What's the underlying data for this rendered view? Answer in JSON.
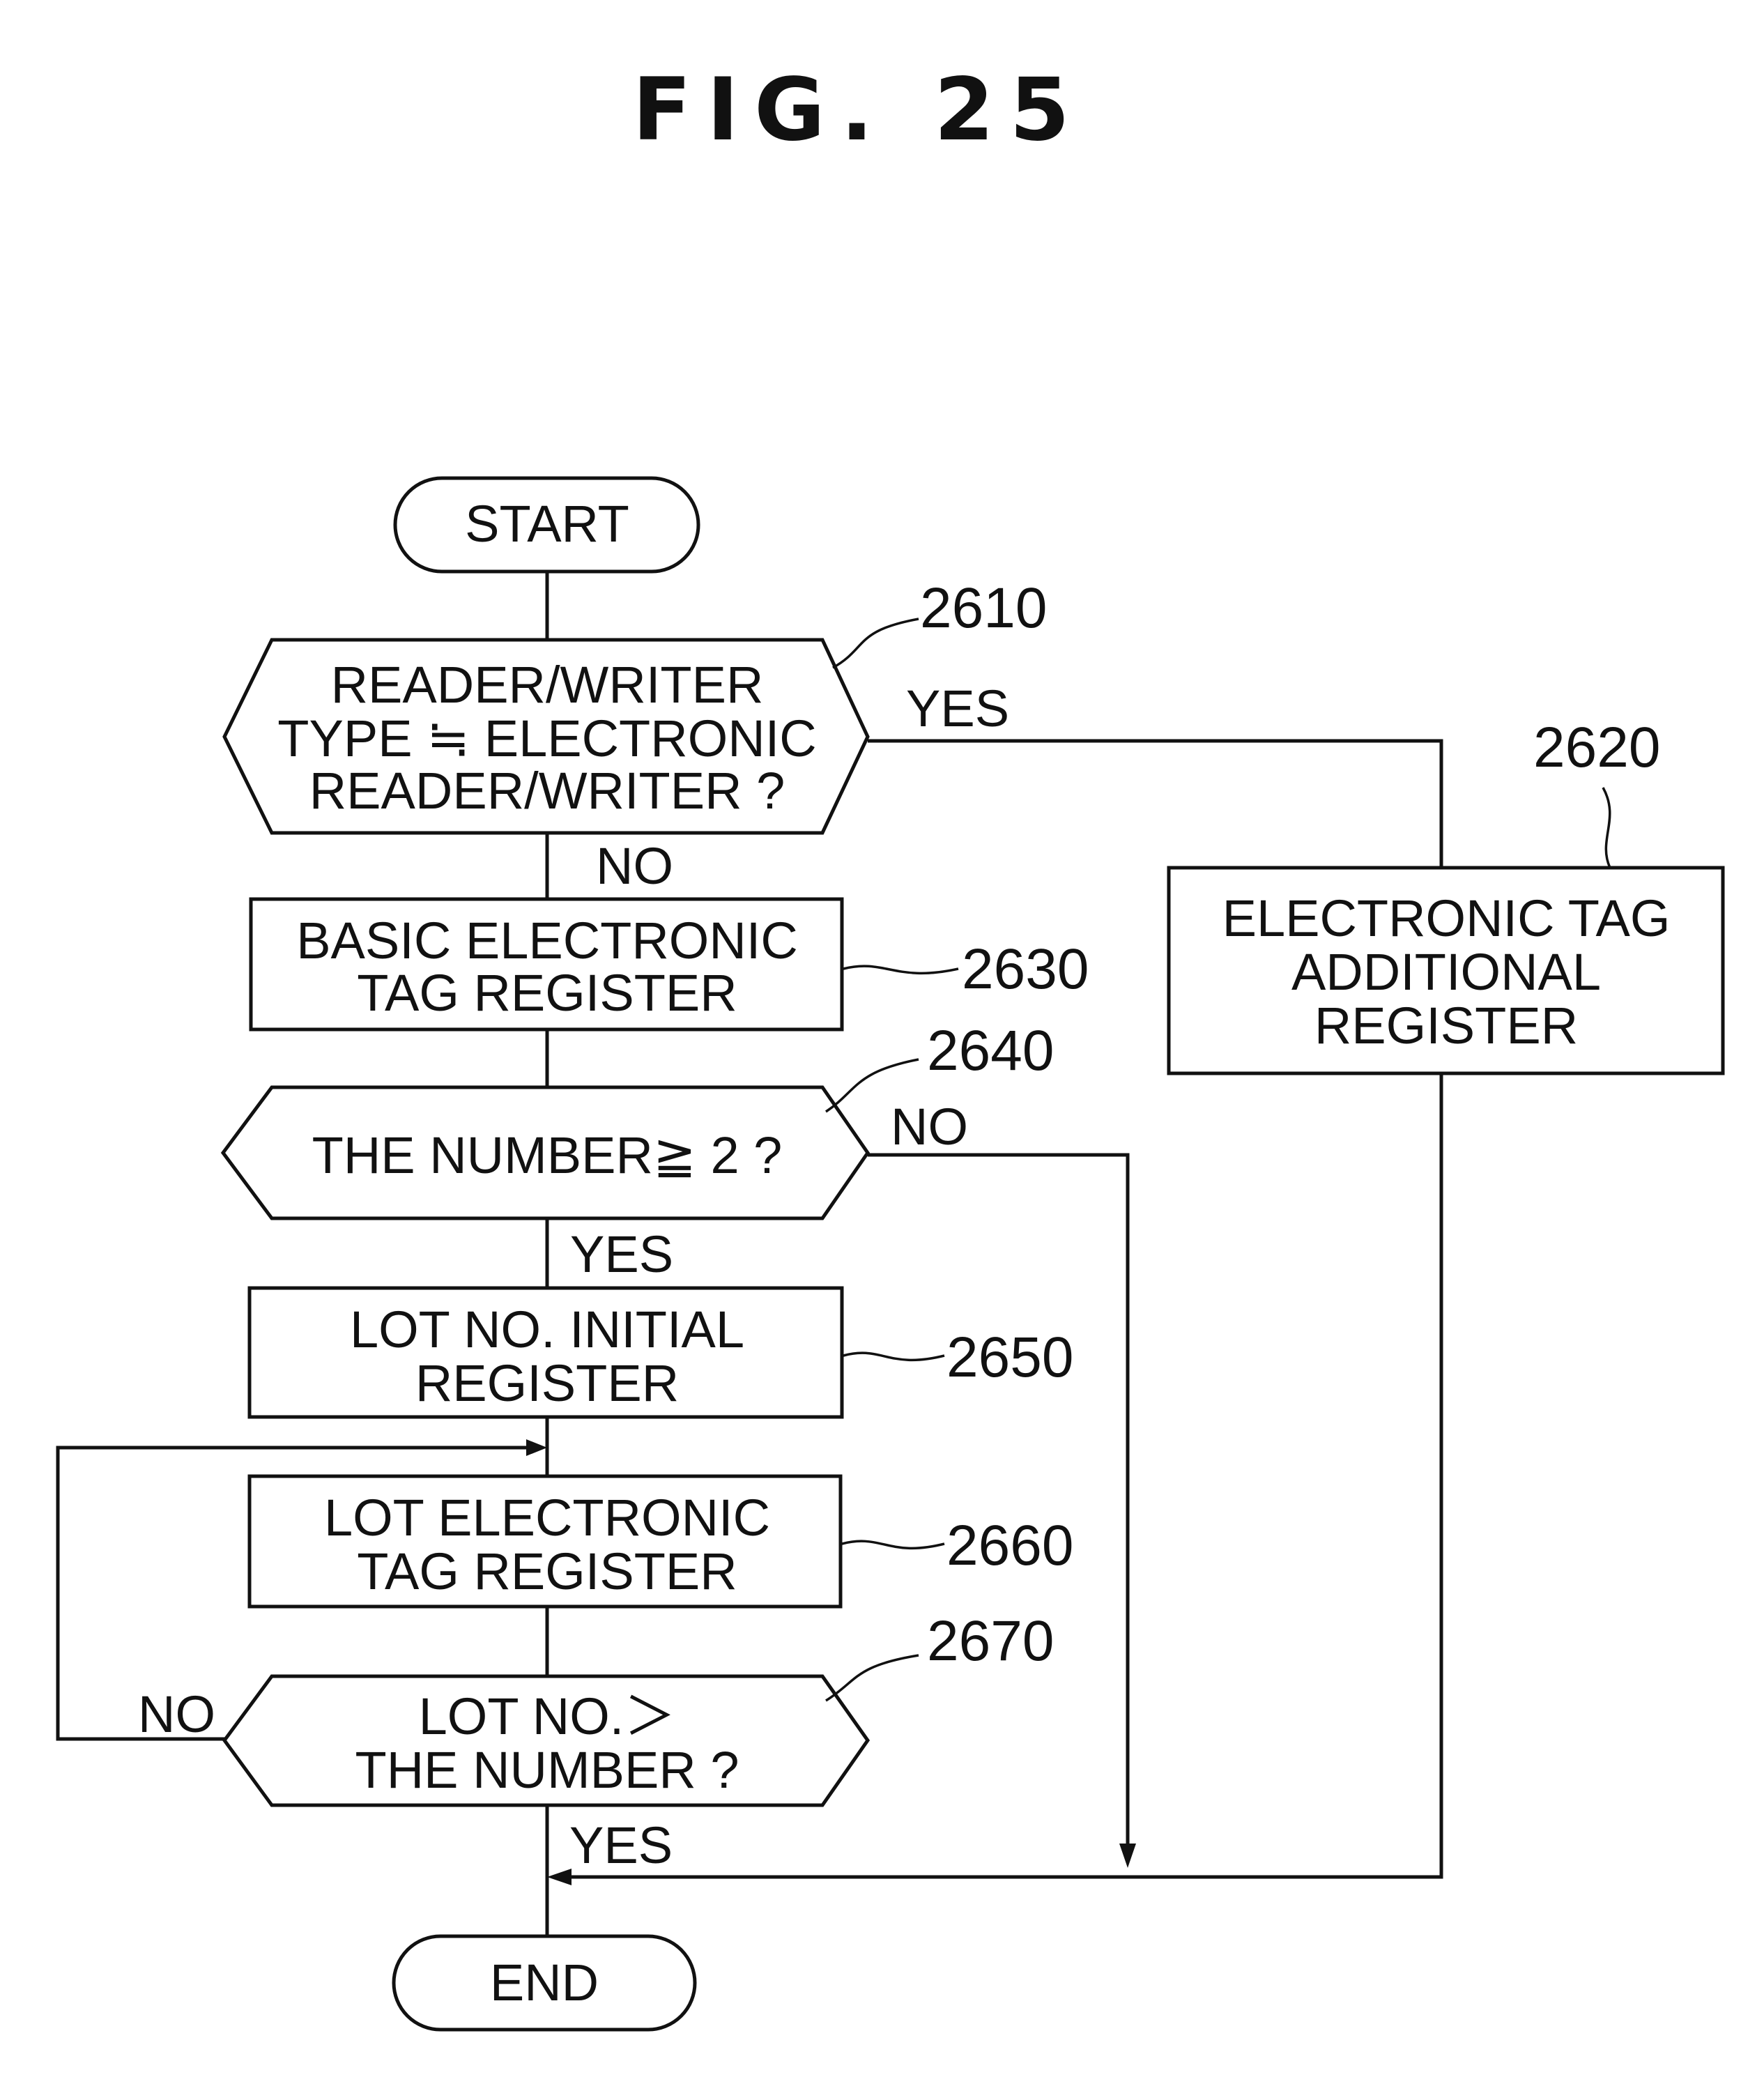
{
  "figure": {
    "title": "FIG. 25"
  },
  "nodes": {
    "start": {
      "label": "START"
    },
    "d2610": {
      "lines": [
        "READER/WRITER",
        "TYPE ≒ ELECTRONIC",
        "READER/WRITER ?"
      ],
      "ref": "2610"
    },
    "p2620": {
      "lines": [
        "ELECTRONIC  TAG",
        "ADDITIONAL",
        "REGISTER"
      ],
      "ref": "2620"
    },
    "p2630": {
      "lines": [
        "BASIC  ELECTRONIC",
        "TAG  REGISTER"
      ],
      "ref": "2630"
    },
    "d2640": {
      "lines": [
        "THE  NUMBER≧ 2 ?"
      ],
      "ref": "2640"
    },
    "p2650": {
      "lines": [
        "LOT  NO. INITIAL",
        "REGISTER"
      ],
      "ref": "2650"
    },
    "p2660": {
      "lines": [
        "LOT  ELECTRONIC",
        "TAG  REGISTER"
      ],
      "ref": "2660"
    },
    "d2670": {
      "lines": [
        "LOT  NO.＞",
        "THE  NUMBER ?"
      ],
      "ref": "2670"
    },
    "end": {
      "label": "END"
    }
  },
  "edge_labels": {
    "d2610_yes": "YES",
    "d2610_no": "NO",
    "d2640_no": "NO",
    "d2640_yes": "YES",
    "d2670_no": "NO",
    "d2670_yes": "YES"
  }
}
